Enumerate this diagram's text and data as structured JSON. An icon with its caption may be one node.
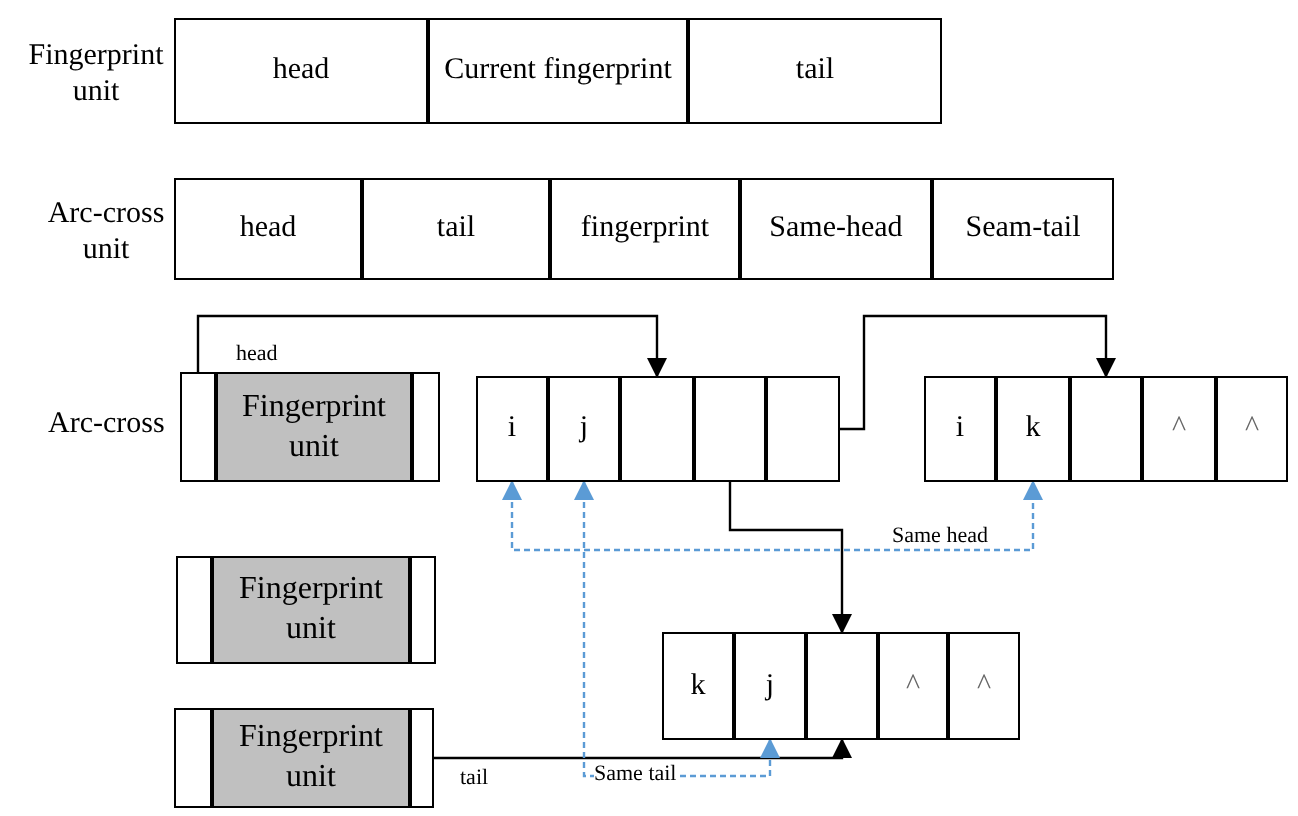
{
  "diagram": {
    "nodes": [
      {
        "text": [
          "Fingerprint unit"
        ]
      },
      {
        "text": [
          "head"
        ],
        "in": 0
      },
      {
        "text": [
          "Current fingerprint"
        ],
        "in": 0
      },
      {
        "text": [
          "tail"
        ],
        "in": 0
      },
      {
        "text": [
          "Arc-cross unit"
        ]
      },
      {
        "text": [
          "head"
        ],
        "in": 4
      },
      {
        "text": [
          "tail"
        ],
        "in": 4
      },
      {
        "text": [
          "fingerprint"
        ],
        "in": 4
      },
      {
        "text": [
          "Same-head"
        ],
        "in": 4
      },
      {
        "text": [
          "Seam-tail"
        ],
        "in": 4
      },
      {
        "text": [],
        "shape": "box"
      },
      {
        "text": [],
        "shape": "box",
        "in": 10
      },
      {
        "text": [
          "Fingerprint unit"
        ],
        "in": 10
      },
      {
        "text": [],
        "shape": "box",
        "in": 10
      },
      {
        "text": [],
        "shape": "box"
      },
      {
        "text": [],
        "shape": "box",
        "in": 14
      },
      {
        "text": [
          "Fingerprint unit"
        ],
        "in": 14
      },
      {
        "text": [],
        "shape": "box",
        "in": 14
      },
      {
        "text": [],
        "shape": "box"
      },
      {
        "text": [],
        "shape": "box",
        "in": 18
      },
      {
        "text": [
          "Fingerprint unit"
        ],
        "in": 18
      },
      {
        "text": [],
        "shape": "box",
        "in": 18
      },
      {
        "text": [],
        "shape": "box"
      },
      {
        "text": [
          "i"
        ],
        "in": 22
      },
      {
        "text": [
          "j"
        ],
        "in": 22
      },
      {
        "text": [],
        "shape": "box",
        "in": 22
      },
      {
        "text": [],
        "shape": "box",
        "in": 22
      },
      {
        "text": [],
        "shape": "box",
        "in": 22
      },
      {
        "text": [],
        "shape": "box"
      },
      {
        "text": [
          "i"
        ],
        "in": 28
      },
      {
        "text": [
          "k"
        ],
        "in": 28
      },
      {
        "text": [],
        "shape": "box",
        "in": 28
      },
      {
        "text": [
          "^"
        ],
        "in": 28
      },
      {
        "text": [
          "^"
        ],
        "in": 28
      },
      {
        "text": [],
        "shape": "box"
      },
      {
        "text": [
          "k"
        ],
        "in": 34
      },
      {
        "text": [
          "j"
        ],
        "in": 34
      },
      {
        "text": [],
        "shape": "box",
        "in": 34
      },
      {
        "text": [
          "^"
        ],
        "in": 34
      },
      {
        "text": [
          "^"
        ],
        "in": 34
      }
    ],
    "edges": [
      {
        "from": 11,
        "to": 25,
        "arrow": "to",
        "label": "head"
      },
      {
        "from": 27,
        "to": 31,
        "arrow": "to"
      },
      {
        "from": 26,
        "to": 37,
        "arrow": "to"
      },
      {
        "from": 21,
        "to": 37,
        "arrow": "to",
        "label": "tail"
      },
      {
        "from": 23,
        "to": 30,
        "arrow": "both",
        "label": "Same head",
        "style": "dashed",
        "color": "#5b9bd5"
      },
      {
        "from": 24,
        "to": 36,
        "arrow": "both",
        "label": "Same tail",
        "style": "dashed",
        "color": "#5b9bd5"
      }
    ],
    "labels": [
      "Arc-cross"
    ]
  }
}
